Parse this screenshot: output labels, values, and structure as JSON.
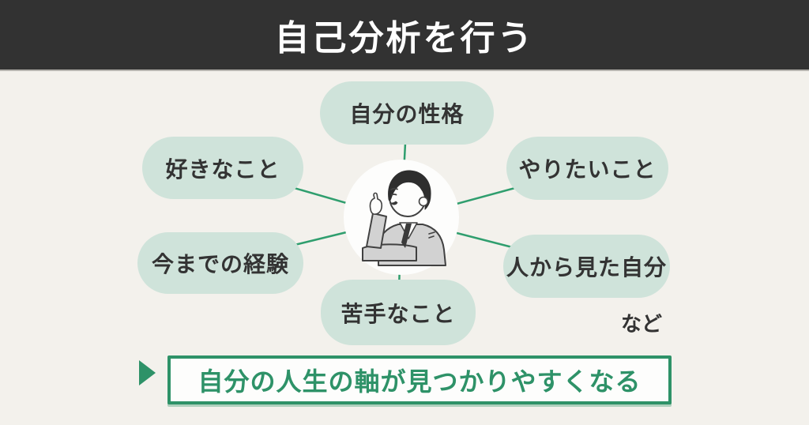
{
  "header": {
    "title": "自己分析を行う"
  },
  "bubbles": [
    {
      "id": "personality",
      "label": "自分の性格"
    },
    {
      "id": "likes",
      "label": "好きなこと"
    },
    {
      "id": "want-to-do",
      "label": "やりたいこと"
    },
    {
      "id": "past-experience",
      "label": "今までの経験"
    },
    {
      "id": "how-others-see-me",
      "label": "人から見た自分"
    },
    {
      "id": "weaknesses",
      "label": "苦手なこと"
    }
  ],
  "etc_label": "など",
  "conclusion": {
    "text": "自分の人生の軸が見つかりやすくなる"
  },
  "illustration": {
    "name": "person-pointing-up"
  },
  "colors": {
    "header_bg": "#323232",
    "header_text": "#ffffff",
    "body_bg": "#f3f1ec",
    "bubble_bg": "#cfe3da",
    "bubble_text": "#333333",
    "connector_green": "#2f9e6e",
    "accent_green": "#2e9268",
    "circle_bg": "#fdfdfc"
  }
}
